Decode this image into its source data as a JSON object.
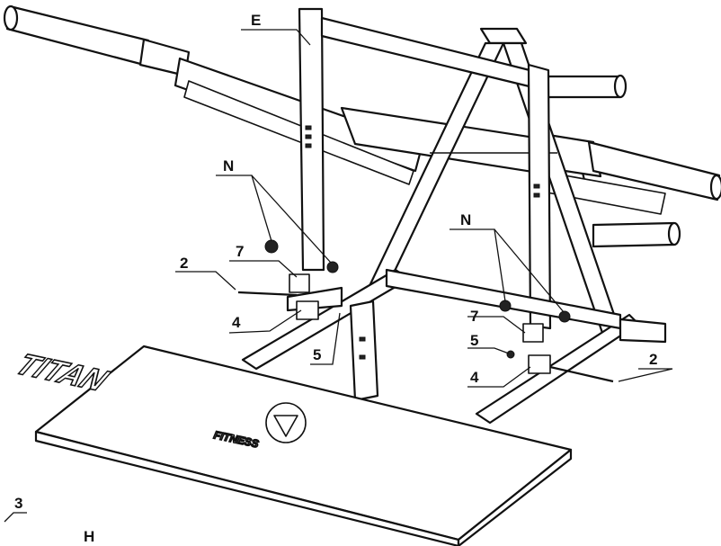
{
  "callouts": {
    "E": "E",
    "N_left": "N",
    "N_right": "N",
    "seven_left": "7",
    "seven_right": "7",
    "two_left": "2",
    "two_right": "2",
    "four_left": "4",
    "four_right": "4",
    "five_left": "5",
    "five_right": "5",
    "three": "3",
    "H": "H"
  },
  "platform_logo": {
    "brand": "TITAN",
    "sub": "FITNESS"
  }
}
